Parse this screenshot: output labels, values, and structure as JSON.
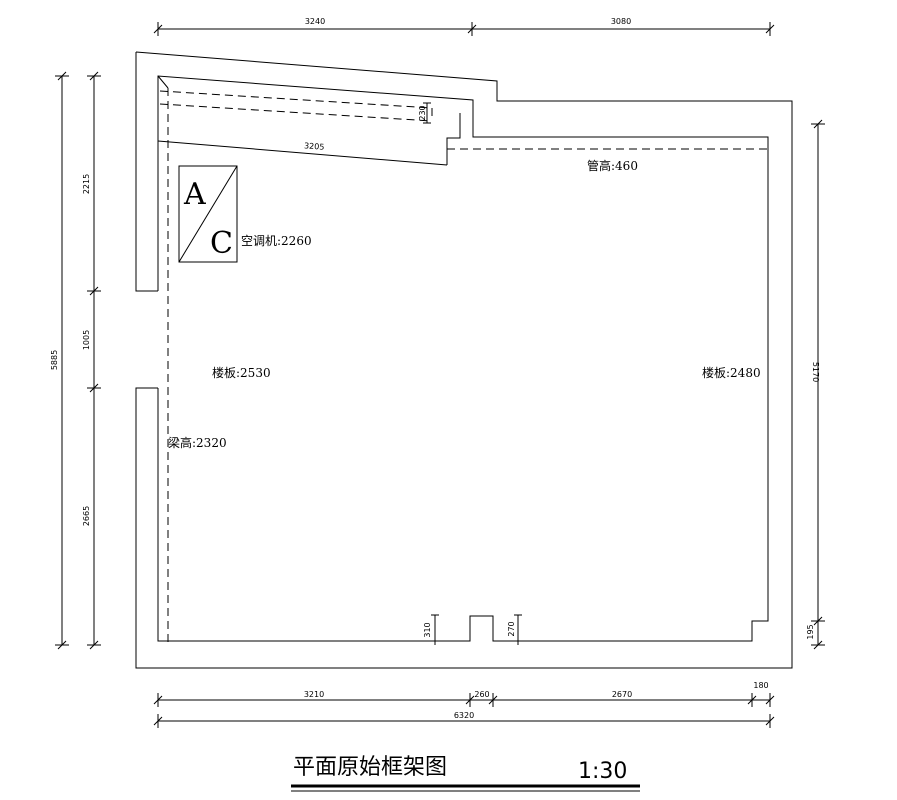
{
  "dimensions": {
    "top_left": "3240",
    "top_right": "3080",
    "left_outer": "5885",
    "left_upper": "2215",
    "left_door": "1005",
    "left_lower": "2665",
    "right_outer": "5170",
    "right_lower": "195",
    "bottom_a": "3210",
    "bottom_b": "260",
    "bottom_c": "2670",
    "bottom_d": "180",
    "bottom_total": "6320",
    "inner_beam": "3205",
    "step_small": "230",
    "column_left": "310",
    "column_right": "270"
  },
  "labels": {
    "pipe_height": "管高:460",
    "ac_unit": "空调机:2260",
    "floor_left": "楼板:2530",
    "floor_right": "楼板:2480",
    "beam_height": "梁高:2320"
  },
  "ac_symbol": {
    "top": "A",
    "bottom": "C"
  },
  "title": "平面原始框架图",
  "scale": "1:30"
}
